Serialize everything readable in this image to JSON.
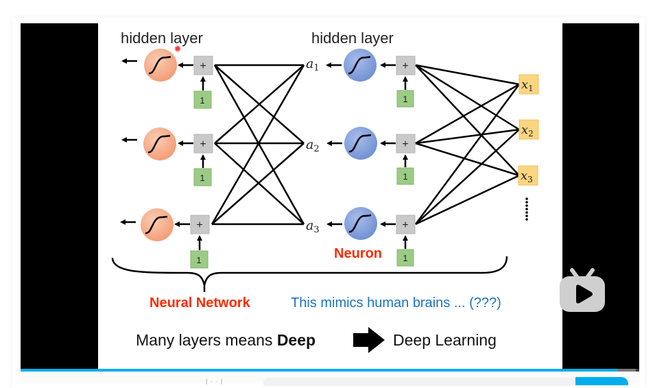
{
  "slide": {
    "left_layer_title": "hidden layer",
    "right_layer_title": "hidden layer",
    "bias_label": "1",
    "sum_label": "+",
    "activations": [
      {
        "base": "a",
        "sub": "1"
      },
      {
        "base": "a",
        "sub": "2"
      },
      {
        "base": "a",
        "sub": "3"
      }
    ],
    "inputs": [
      {
        "base": "x",
        "sub": "1"
      },
      {
        "base": "x",
        "sub": "2"
      },
      {
        "base": "x",
        "sub": "3"
      }
    ],
    "ellipsis": "⋮",
    "neuron_label": "Neuron",
    "neural_network_label": "Neural Network",
    "mimics_text": "This mimics human brains ... (???)",
    "many_layers_prefix": "Many layers means ",
    "many_layers_bold": "Deep",
    "deep_learning": "Deep Learning",
    "colors": {
      "orange_neuron": "#f4a582",
      "blue_neuron": "#7b9ad6",
      "input_box": "#fcd581",
      "bias_box": "#9ccb86",
      "sum_box": "#c9c9c9",
      "red_label": "#ff2a00",
      "blue_text": "#1a74c4"
    }
  },
  "player": {
    "progress_percent": 96.5,
    "buffer_percent": 99,
    "play_icon": "tv-play-icon",
    "accent": "#00aeec",
    "below_text": "| · · |"
  }
}
